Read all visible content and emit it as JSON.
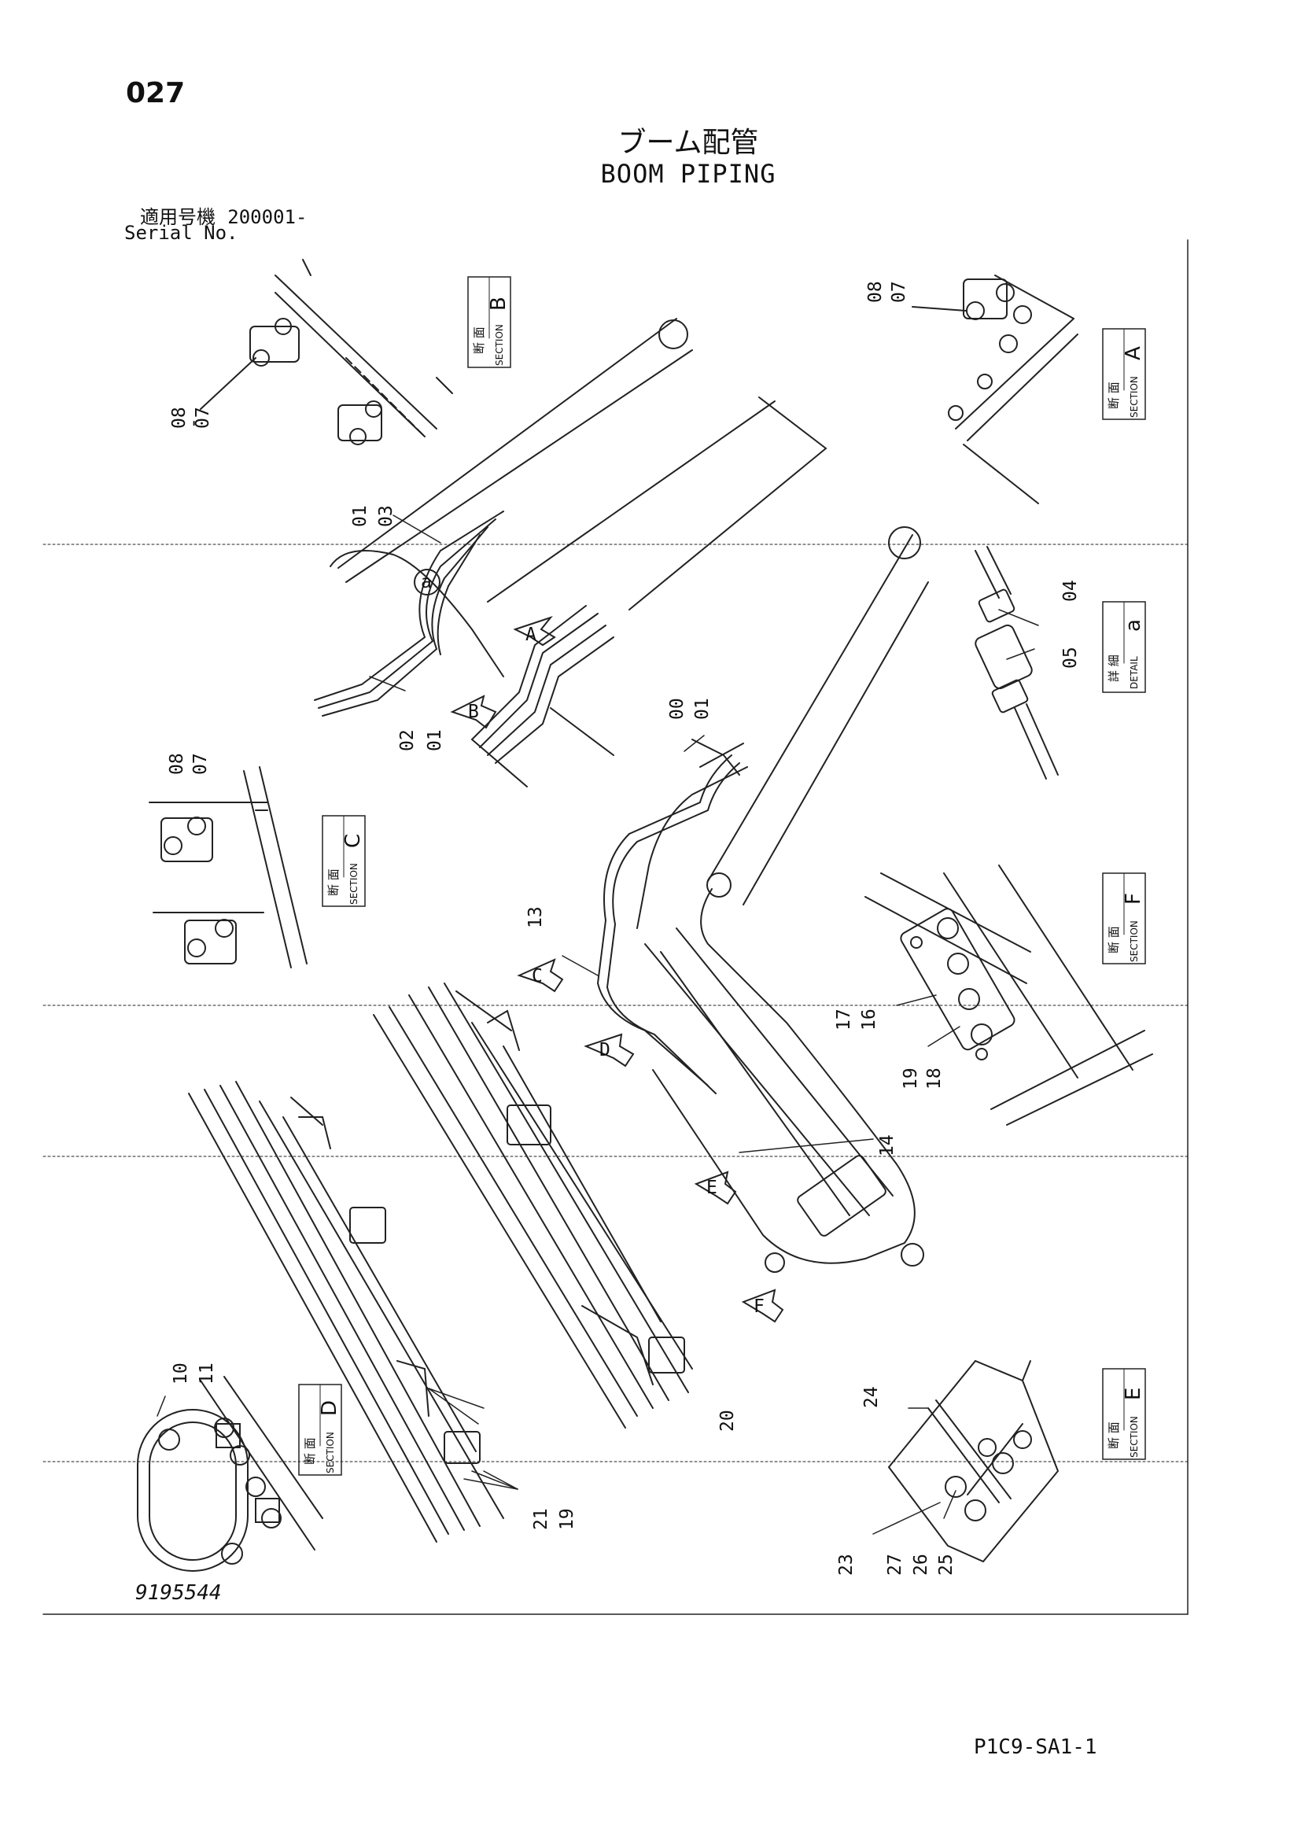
{
  "page": {
    "number": "027",
    "title_jp": "ブーム配管",
    "title_en": "BOOM PIPING",
    "serial_label_jp": "適用号機",
    "serial_value": "200001-",
    "serial_label_en": "Serial No.",
    "drawing_number": "9195544",
    "page_code": "P1C9-SA1-1"
  },
  "boxes": {
    "section_a": {
      "jp": "断 面",
      "en": "SECTION",
      "letter": "A"
    },
    "section_b": {
      "jp": "断 面",
      "en": "SECTION",
      "letter": "B"
    },
    "section_c": {
      "jp": "断 面",
      "en": "SECTION",
      "letter": "C"
    },
    "section_d": {
      "jp": "断 面",
      "en": "SECTION",
      "letter": "D"
    },
    "section_e": {
      "jp": "断 面",
      "en": "SECTION",
      "letter": "E"
    },
    "section_f": {
      "jp": "断 面",
      "en": "SECTION",
      "letter": "F"
    },
    "detail_a": {
      "jp": "詳 細",
      "en": "DETAIL",
      "letter": "a"
    }
  },
  "view_arrows": [
    "A",
    "B",
    "C",
    "D",
    "E",
    "F"
  ],
  "detail_marker": "a",
  "callouts": {
    "b_08": "08",
    "b_07": "07",
    "a_08": "08",
    "a_07": "07",
    "c_08": "08",
    "c_07": "07",
    "top_01": "01",
    "top_03": "03",
    "mid_02": "02",
    "mid_01": "01",
    "det_04": "04",
    "det_05": "05",
    "boom_00": "00",
    "boom_01": "01",
    "p13": "13",
    "p14": "14",
    "f_17": "17",
    "f_16": "16",
    "f_19": "19",
    "f_18": "18",
    "p20": "20",
    "p21": "21",
    "p19": "19",
    "d_10": "10",
    "d_11": "11",
    "e_24": "24",
    "e_23": "23",
    "e_27": "27",
    "e_26": "26",
    "e_25": "25"
  }
}
